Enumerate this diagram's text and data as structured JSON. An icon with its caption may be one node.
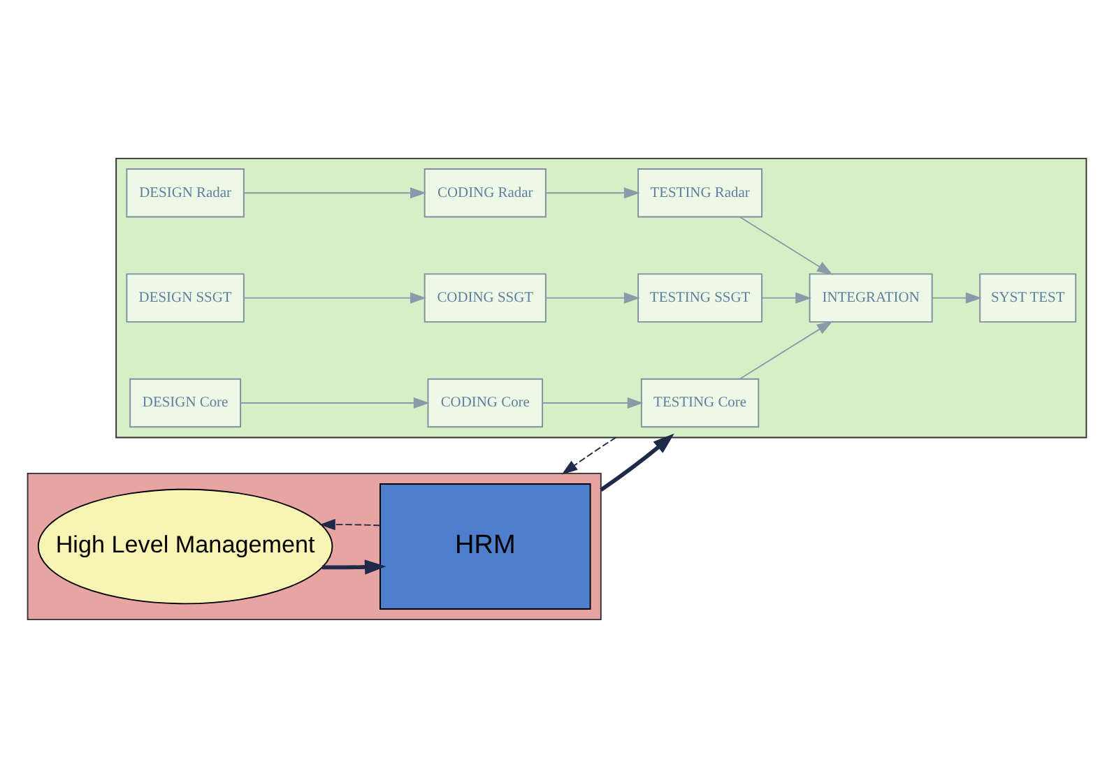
{
  "diagram": {
    "nodes": [
      {
        "text": [],
        "shape": "box"
      },
      {
        "text": [
          "DESIGN Radar"
        ],
        "in": 0
      },
      {
        "text": [
          "CODING Radar"
        ],
        "in": 0
      },
      {
        "text": [
          "TESTING Radar"
        ],
        "in": 0
      },
      {
        "text": [
          "INTEGRATION"
        ],
        "in": 0
      },
      {
        "text": [
          "SYST TEST"
        ],
        "in": 0
      },
      {
        "text": [
          "DESIGN SSGT"
        ],
        "in": 0
      },
      {
        "text": [
          "CODING SSGT"
        ],
        "in": 0
      },
      {
        "text": [
          "TESTING SSGT"
        ],
        "in": 0
      },
      {
        "text": [
          "DESIGN Core"
        ],
        "in": 0
      },
      {
        "text": [
          "CODING Core"
        ],
        "in": 0
      },
      {
        "text": [
          "TESTING Core"
        ],
        "in": 0
      },
      {
        "text": [],
        "shape": "box"
      },
      {
        "text": [
          "High Level Management"
        ],
        "in": 12
      },
      {
        "text": [
          "HRM"
        ],
        "in": 12
      }
    ],
    "edges": [
      {
        "from": 1,
        "to": 2,
        "arrow": "to"
      },
      {
        "from": 2,
        "to": 3,
        "arrow": "to"
      },
      {
        "from": 3,
        "to": 4,
        "arrow": "to"
      },
      {
        "from": 4,
        "to": 5,
        "arrow": "to"
      },
      {
        "from": 6,
        "to": 7,
        "arrow": "to"
      },
      {
        "from": 7,
        "to": 8,
        "arrow": "to"
      },
      {
        "from": 8,
        "to": 4,
        "arrow": "to"
      },
      {
        "from": 9,
        "to": 10,
        "arrow": "to"
      },
      {
        "from": 10,
        "to": 11,
        "arrow": "to"
      },
      {
        "from": 11,
        "to": 4,
        "arrow": "to"
      },
      {
        "from": 0,
        "to": 12,
        "arrow": "to",
        "style": "dashed",
        "color": "#1f2a4a"
      },
      {
        "from": 12,
        "to": 0,
        "arrow": "to",
        "style": "thick",
        "color": "#1f2a4a"
      },
      {
        "from": 13,
        "to": 14,
        "arrow": "to",
        "style": "thick",
        "color": "#1f2a4a"
      },
      {
        "from": 14,
        "to": 13,
        "arrow": "to",
        "style": "dashed",
        "color": "#1f2a4a"
      }
    ]
  }
}
